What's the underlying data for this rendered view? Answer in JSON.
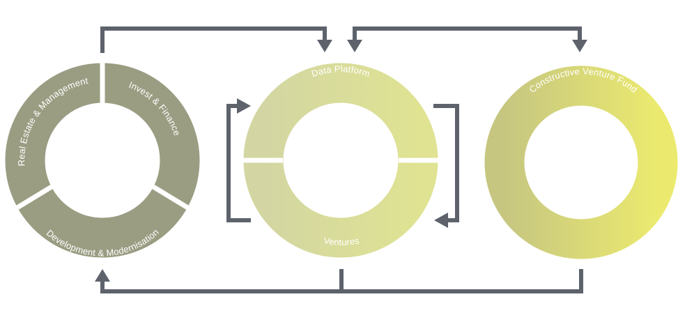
{
  "colors": {
    "left_ring": "#9a9d82",
    "middle_ring_start": "#d3d6a2",
    "middle_ring_end": "#dfe392",
    "right_ring_start": "#c6c681",
    "right_ring_end": "#ebea6f",
    "connector": "#5d626b",
    "background": "#ffffff"
  },
  "left_ring": {
    "segments": [
      {
        "label": "Real Estate & Management"
      },
      {
        "label": "Invest & Finance"
      },
      {
        "label": "Development & Modernisation"
      }
    ]
  },
  "middle_ring": {
    "segments": [
      {
        "label": "Data Platform"
      },
      {
        "label": "Ventures"
      }
    ]
  },
  "right_ring": {
    "label": "Constructive Venture Fund"
  }
}
